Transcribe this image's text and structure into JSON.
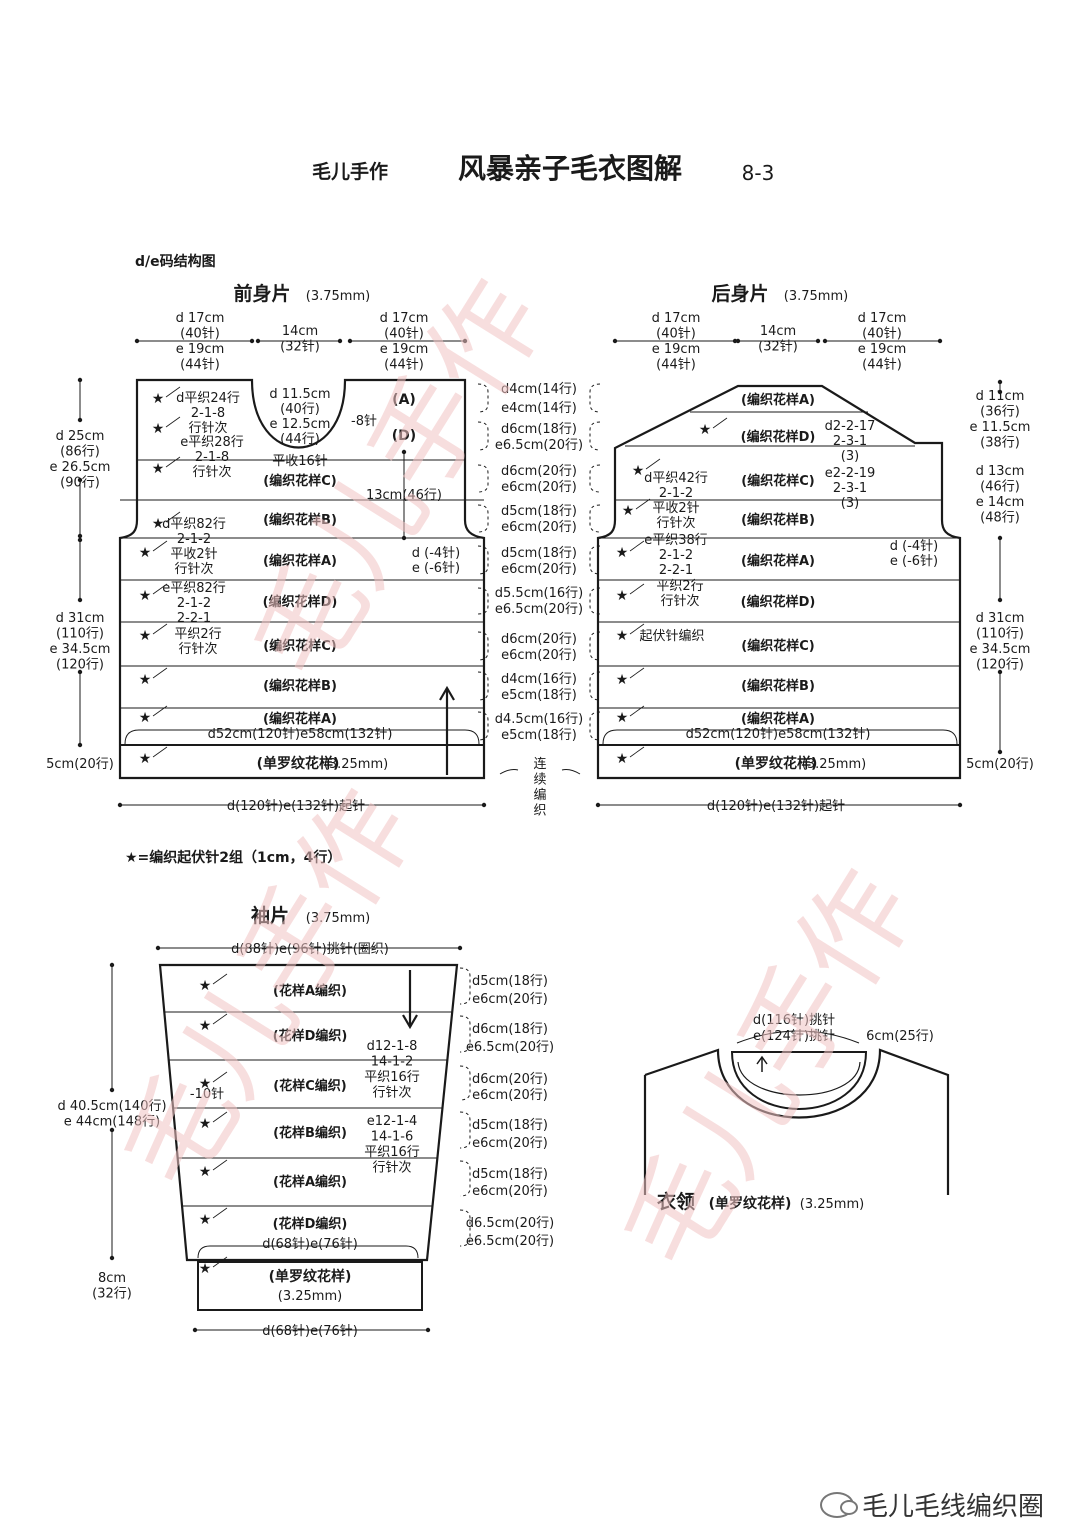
{
  "header": {
    "brand": "毛儿手作",
    "title": "风暴亲子毛衣图解",
    "page": "8-3"
  },
  "section_label": "d/e码结构图",
  "front": {
    "title": "前身片",
    "gauge": "(3.75mm)",
    "top_left": [
      "d 17cm",
      "(40针)",
      "e 19cm",
      "(44针)"
    ],
    "top_mid": [
      "14cm",
      "(32针)"
    ],
    "top_right": [
      "d 17cm",
      "(40针)",
      "e 19cm",
      "(44针)"
    ],
    "left_upper": [
      "d 25cm",
      "(86行)",
      "e 26.5cm",
      "(90行)"
    ],
    "left_lower": [
      "d 31cm",
      "(110行)",
      "e 34.5cm",
      "(120行)"
    ],
    "left_rib": "5cm(20行)",
    "neck_depth": [
      "d 11.5cm",
      "(40行)",
      "e 12.5cm",
      "(44行)"
    ],
    "neck_shape_1": [
      "d平织24行",
      "2-1-8",
      "行针次"
    ],
    "neck_shape_2": [
      "e平织28行",
      "2-1-8",
      "行针次"
    ],
    "neck_dec": "-8针",
    "neck_flat": "平收16针",
    "armhole_d": [
      "d平织82行",
      "2-1-2",
      "平收2针",
      "行针次"
    ],
    "armhole_e": [
      "e平织82行",
      "2-1-2",
      "2-2-1",
      "平织2行",
      "行针次"
    ],
    "mark_a": "(A)",
    "mark_d": "(D)",
    "h13": "13cm(46行)",
    "arm_dec": [
      "d (-4针)",
      "e (-6针)"
    ],
    "bands": [
      "(编织花样C)",
      "(编织花样B)",
      "(编织花样A)",
      "(编织花样D)",
      "(编织花样C)",
      "(编织花样B)",
      "(编织花样A)"
    ],
    "bottom_width": "d52cm(120针)e58cm(132针)",
    "rib": "(单罗纹花样)",
    "rib_gauge": "(3.25mm)",
    "cast_on": "d(120针)e(132针)起针"
  },
  "center_stripes": [
    [
      "d4cm(14行)",
      "e4cm(14行)"
    ],
    [
      "d6cm(18行)",
      "e6.5cm(20行)"
    ],
    [
      "d6cm(20行)",
      "e6cm(20行)"
    ],
    [
      "d5cm(18行)",
      "e6cm(20行)"
    ],
    [
      "d5cm(18行)",
      "e6cm(20行)"
    ],
    [
      "d5.5cm(16行)",
      "e6.5cm(20行)"
    ],
    [
      "d6cm(20行)",
      "e6cm(20行)"
    ],
    [
      "d4cm(16行)",
      "e5cm(18行)"
    ],
    [
      "d4.5cm(16行)",
      "e5cm(18行)"
    ]
  ],
  "continuous": [
    "连",
    "续",
    "编",
    "织"
  ],
  "back": {
    "title": "后身片",
    "gauge": "(3.75mm)",
    "top_left": [
      "d 17cm",
      "(40针)",
      "e 19cm",
      "(44针)"
    ],
    "top_mid": [
      "14cm",
      "(32针)"
    ],
    "top_right": [
      "d 17cm",
      "(40针)",
      "e 19cm",
      "(44针)"
    ],
    "right_1": [
      "d 11cm",
      "(36行)",
      "e 11.5cm",
      "(38行)"
    ],
    "right_2": [
      "d 13cm",
      "(46行)",
      "e 14cm",
      "(48行)"
    ],
    "right_3": [
      "d 31cm",
      "(110行)",
      "e 34.5cm",
      "(120行)"
    ],
    "right_rib": "5cm(20行)",
    "shoulder": [
      "d2-2-17",
      "2-3-1",
      "(3)",
      "e2-2-19",
      "2-3-1",
      "(3)"
    ],
    "armhole_d": [
      "d平织42行",
      "2-1-2",
      "平收2针",
      "行针次"
    ],
    "armhole_e": [
      "e平织38行",
      "2-1-2",
      "2-2-1",
      "平织2行",
      "行针次"
    ],
    "arm_dec": [
      "d (-4针)",
      "e (-6针)"
    ],
    "garter": "起伏针编织",
    "bands": [
      "(编织花样A)",
      "(编织花样D)",
      "(编织花样C)",
      "(编织花样B)",
      "(编织花样A)",
      "(编织花样D)",
      "(编织花样C)",
      "(编织花样B)",
      "(编织花样A)"
    ],
    "bottom_width": "d52cm(120针)e58cm(132针)",
    "rib": "(单罗纹花样)",
    "rib_gauge": "(3.25mm)",
    "cast_on": "d(120针)e(132针)起针"
  },
  "legend": "★=编织起伏针2组（1cm，4行）",
  "sleeve": {
    "title": "袖片",
    "gauge": "(3.75mm)",
    "pickup": "d(88针)e(96针)挑针(圈织)",
    "left_dim": [
      "d 40.5cm(140行)",
      "e 44cm(148行)"
    ],
    "left_rib": [
      "8cm",
      "(32行)"
    ],
    "dec": "-10针",
    "shape_d": [
      "d12-1-8",
      "14-1-2",
      "平织16行",
      "行针次"
    ],
    "shape_e": [
      "e12-1-4",
      "14-1-6",
      "平织16行",
      "行针次"
    ],
    "bands": [
      "(花样A编织)",
      "(花样D编织)",
      "(花样C编织)",
      "(花样B编织)",
      "(花样A编织)",
      "(花样D编织)"
    ],
    "right_dims": [
      [
        "d5cm(18行)",
        "e6cm(20行)"
      ],
      [
        "d6cm(18行)",
        "e6.5cm(20行)"
      ],
      [
        "d6cm(20行)",
        "e6cm(20行)"
      ],
      [
        "d5cm(18行)",
        "e6cm(20行)"
      ],
      [
        "d5cm(18行)",
        "e6cm(20行)"
      ],
      [
        "d6.5cm(20行)",
        "e6.5cm(20行)"
      ]
    ],
    "cuff_width": "d(68针)e(76针)",
    "rib": "(单罗纹花样)",
    "rib_gauge": "(3.25mm)",
    "cast_on": "d(68针)e(76针)"
  },
  "collar": {
    "pickup": [
      "d(116针)挑针",
      "e(124针)挑针"
    ],
    "height": "6cm(25行)",
    "title": "衣领",
    "pattern": "(单罗纹花样)",
    "gauge": "(3.25mm)"
  },
  "watermark": "毛儿手作",
  "footer_logo": "毛儿毛线编织圈"
}
